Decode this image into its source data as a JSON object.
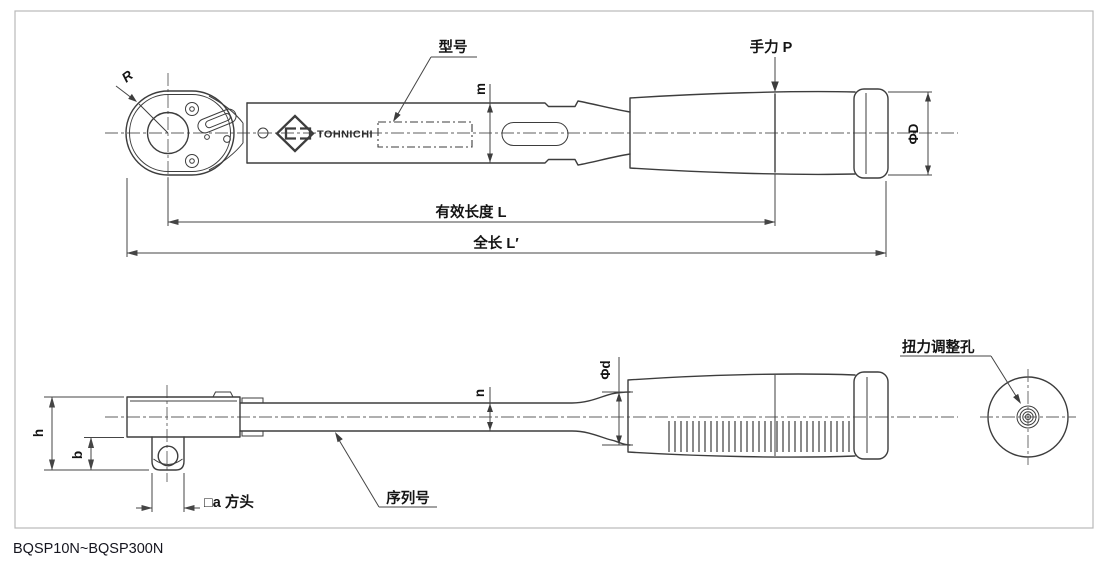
{
  "colors": {
    "background": "#ffffff",
    "line": "#3d3d3d",
    "centerline": "#5f5f5f",
    "frame_border": "#b9b9b9",
    "label_text": "#141414",
    "caption_text": "#15151e"
  },
  "caption": "BQSP10N~BQSP300N",
  "brand_logo": "TOHNICHI",
  "top_view": {
    "labels": {
      "head_radius": "R",
      "model_number": "型号",
      "beam_height": "m",
      "hand_force": "手力 P",
      "handle_diameter": "ΦD",
      "effective_length": "有效长度 L",
      "overall_length": "全长 L′"
    }
  },
  "bottom_view": {
    "labels": {
      "head_height": "h",
      "drive_projection": "b",
      "square_drive": "□a 方头",
      "serial_number": "序列号",
      "beam_thickness": "n",
      "shaft_diameter": "Φd",
      "torque_adjustment_hole": "扭力调整孔"
    }
  }
}
